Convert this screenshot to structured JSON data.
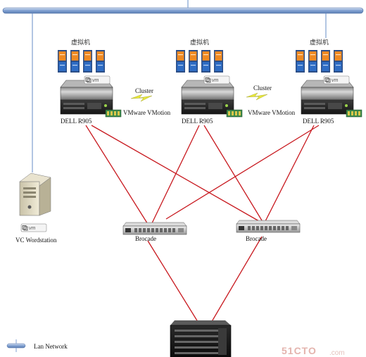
{
  "vm_label": "虚拟机",
  "servers": [
    {
      "label": "DELL R905",
      "vmware_logo": "vmware"
    },
    {
      "label": "DELL R905",
      "vmware_logo": "vmware"
    },
    {
      "label": "DELL R905",
      "vmware_logo": "vmware"
    }
  ],
  "links": [
    {
      "top": "Cluster",
      "bottom": "VMware VMotion"
    },
    {
      "top": "Cluster",
      "bottom": "VMware VMotion"
    }
  ],
  "switches": [
    {
      "label": "Brocade"
    },
    {
      "label": "Brocade"
    }
  ],
  "workstation": {
    "label": "VC Wordstation",
    "vmware_logo": "vmware"
  },
  "legend": {
    "label": "Lan Network"
  },
  "watermark": {
    "main": "51CTO",
    "sub": ".com"
  },
  "colors": {
    "lan_bus": "#7f9fd0",
    "fc_link": "#c8191f",
    "vm_orange": "#f08a22",
    "vm_blue": "#2e6cc4",
    "vm_frame": "#2c4e86",
    "lightning": "#e0e030"
  },
  "icons": [
    "vm-icon",
    "server-icon",
    "lightning-icon",
    "switch-icon",
    "workstation-icon",
    "storage-icon",
    "vmware-logo-icon"
  ]
}
